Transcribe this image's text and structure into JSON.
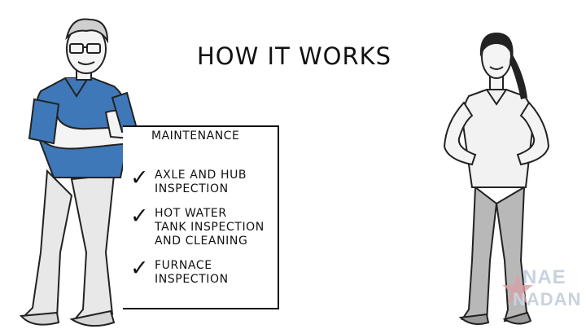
{
  "title": "HOW IT WORKS",
  "panel": {
    "heading": "MAINTENANCE",
    "items": [
      {
        "text": "AXLE AND HUB\nINSPECTION"
      },
      {
        "text": "HOT WATER\nTANK INSPECTION\nAND CLEANING"
      },
      {
        "text": "FURNACE\nINSPECTION"
      }
    ],
    "check_glyph": "✓"
  },
  "logo": {
    "line1": "NAE",
    "line2": "NADAN",
    "star_color": "#d9a0a8",
    "text_color": "#c7d3de"
  },
  "icons": [
    "man-illustration",
    "woman-illustration",
    "check-icon",
    "star-icon"
  ]
}
